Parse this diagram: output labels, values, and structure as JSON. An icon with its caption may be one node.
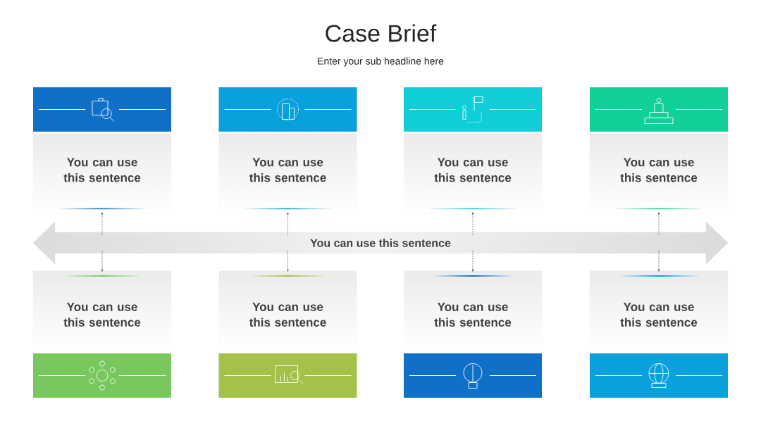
{
  "diagram": {
    "title": "Case Brief",
    "caption": "Enter your sub headline here",
    "nodes": [
      {
        "text": [
          "You can use this sentence"
        ]
      },
      {
        "text": [
          "You can use this sentence"
        ]
      },
      {
        "text": [
          "You can use this sentence"
        ]
      },
      {
        "text": [
          "You can use this sentence"
        ]
      },
      {
        "text": [
          "You can use this sentence"
        ]
      },
      {
        "text": [
          "You can use this sentence"
        ]
      },
      {
        "text": [
          "You can use this sentence"
        ]
      },
      {
        "text": [
          "You can use this sentence"
        ]
      },
      {
        "text": [
          "You can use this sentence"
        ]
      }
    ],
    "edges": [
      {
        "from": 0,
        "to": 1,
        "arrow": "to",
        "style": "dashed"
      },
      {
        "from": 0,
        "to": 2,
        "arrow": "to",
        "style": "dashed"
      },
      {
        "from": 0,
        "to": 3,
        "arrow": "to",
        "style": "dashed"
      },
      {
        "from": 0,
        "to": 4,
        "arrow": "to",
        "style": "dashed"
      },
      {
        "from": 0,
        "to": 5,
        "arrow": "to",
        "style": "dashed"
      },
      {
        "from": 0,
        "to": 6,
        "arrow": "to",
        "style": "dashed"
      },
      {
        "from": 0,
        "to": 7,
        "arrow": "to",
        "style": "dashed"
      },
      {
        "from": 0,
        "to": 8,
        "arrow": "to",
        "style": "dashed"
      }
    ]
  }
}
